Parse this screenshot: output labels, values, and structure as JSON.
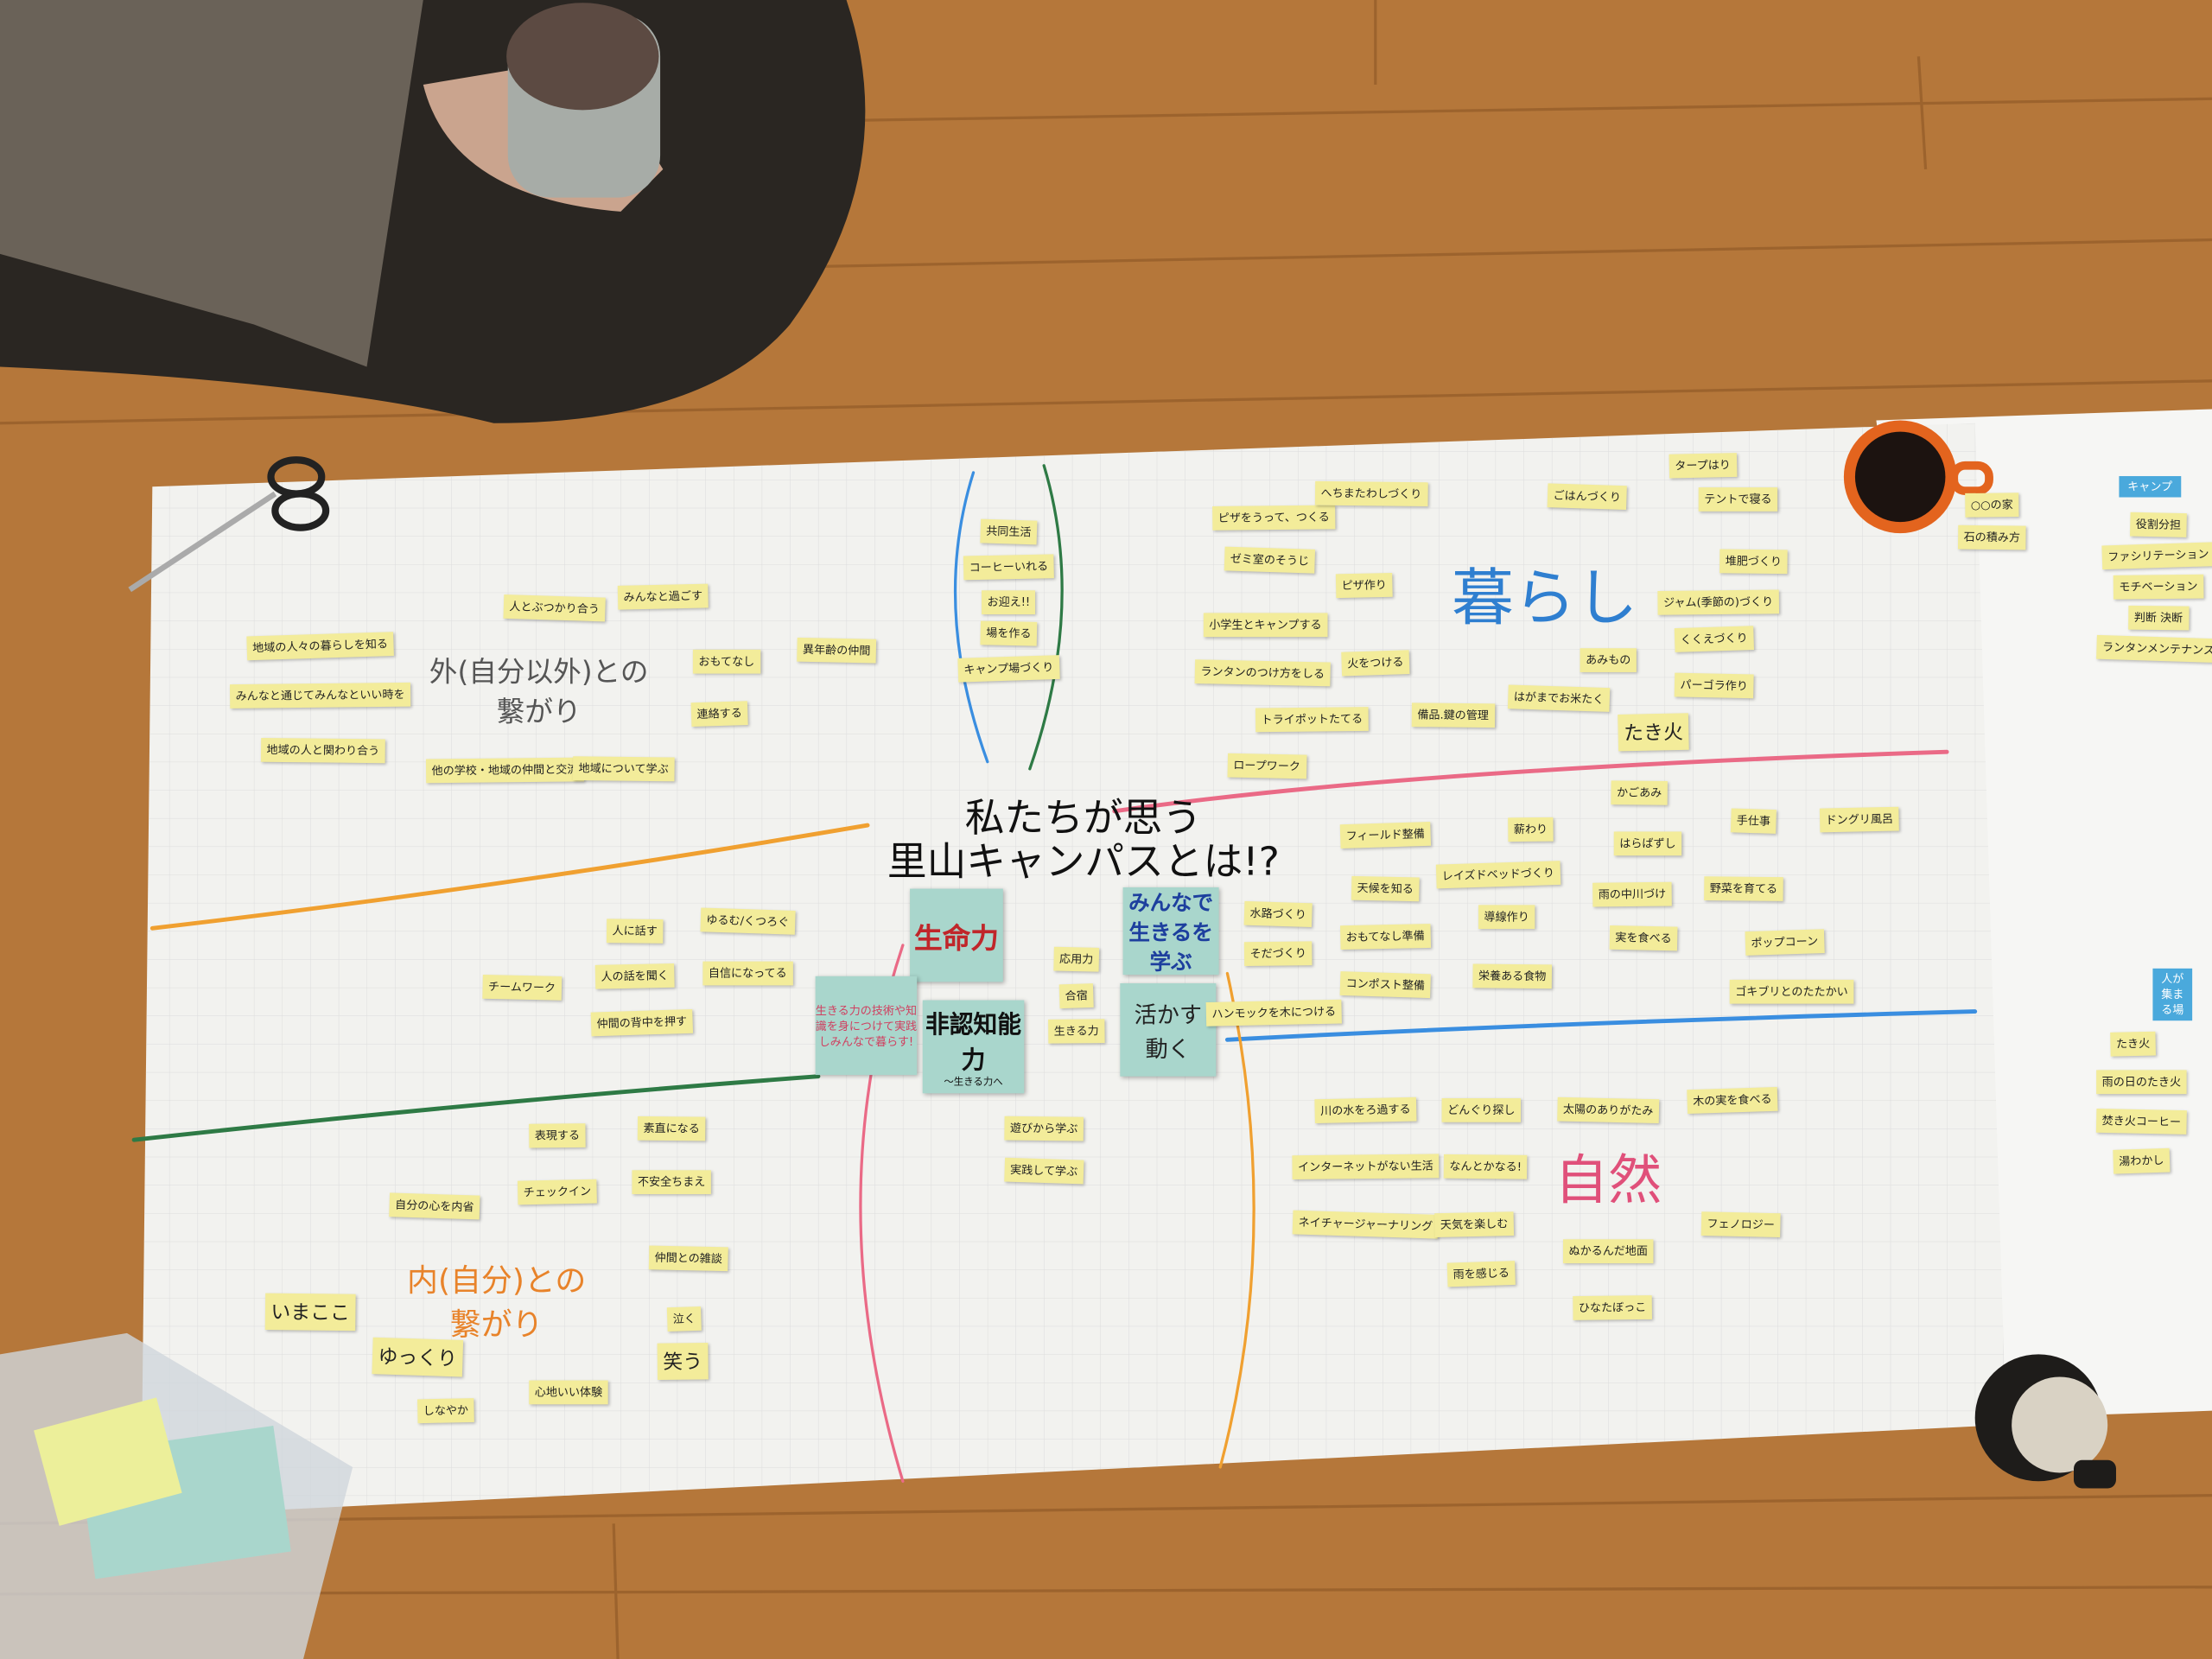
{
  "title": [
    "私たちが思う",
    "里山キャンパスとは!?"
  ],
  "sections": {
    "outer": [
      "外(自分以外)との",
      "繋がり"
    ],
    "inner": [
      "内(自分)との",
      "繋がり"
    ],
    "life": "暮らし",
    "nature": "自然"
  },
  "center_cards": {
    "vitality": "生命力",
    "noncog": "非認知能力",
    "noncog_sub": "〜生きる力へ",
    "together": "みんなで生きるを学ぶ",
    "act": "活かす 動く",
    "skills": "生きる力の技術や知識を身につけて実践しみんなで暮らす!"
  },
  "notes": [
    "地域の人々の暮らしを知る",
    "みんなと通じてみんなといい時を",
    "地域の人と関わり合う",
    "人とぶつかり合う",
    "みんなと過ごす",
    "おもてなし",
    "異年齢の仲間",
    "連絡する",
    "他の学校・地域の仲間と交流",
    "地域について学ぶ",
    "共同生活",
    "コーヒーいれる",
    "お迎え!!",
    "場を作る",
    "キャンプ場づくり",
    "ピザをうって、つくる",
    "へちまたわしづくり",
    "ゼミ室のそうじ",
    "ピザ作り",
    "小学生とキャンプする",
    "ランタンのつけ方をしる",
    "火をつける",
    "トライポットたてる",
    "備品.鍵の管理",
    "はがまでお米たく",
    "たき火",
    "あみもの",
    "パーゴラ作り",
    "くくえづくり",
    "ジャム(季節の)づくり",
    "堆肥づくり",
    "ごはんづくり",
    "タープはり",
    "テントで寝る",
    "ロープワーク",
    "フィールド整備",
    "薪わり",
    "かごあみ",
    "手仕事",
    "ドングリ風呂",
    "はらばずし",
    "天候を知る",
    "レイズドベッドづくり",
    "雨の中川づけ",
    "野菜を育てる",
    "水路づくり",
    "おもてなし準備",
    "導線作り",
    "実を食べる",
    "ポップコーン",
    "そだづくり",
    "栄養ある食物",
    "コンポスト整備",
    "ハンモックを木につける",
    "ゴキブリとのたたかい",
    "応用力",
    "合宿",
    "生きる力",
    "遊びから学ぶ",
    "実践して学ぶ",
    "川の水をろ過する",
    "どんぐり探し",
    "太陽のありがたみ",
    "木の実を食べる",
    "インターネットがない生活",
    "なんとかなる!",
    "ネイチャージャーナリング",
    "天気を楽しむ",
    "ぬかるんだ地面",
    "フェノロジー",
    "雨を感じる",
    "ひなたぼっこ",
    "人に話す",
    "ゆるむ/くつろぐ",
    "人の話を聞く",
    "自信になってる",
    "チームワーク",
    "仲間の背中を押す",
    "表現する",
    "素直になる",
    "自分の心を内省",
    "チェックイン",
    "不安全ちまえ",
    "仲間との雑談",
    "泣く",
    "笑う",
    "いまここ",
    "ゆっくり",
    "しなやか",
    "心地いい体験",
    "役割分担",
    "ファシリテーション",
    "モチベーション",
    "判断 決断",
    "ランタンメンテナンス",
    "たき火",
    "雨の日のたき火",
    "焚き火コーヒー",
    "湯わかし",
    "○○の家",
    "石の積み方"
  ],
  "right_headers": [
    "キャンプ",
    "人が集まる場"
  ],
  "colors": {
    "paper": "#f2f2ef",
    "sticky": "#f3ec9a",
    "card": "#a9d6cc",
    "floor": "#b5773a"
  }
}
